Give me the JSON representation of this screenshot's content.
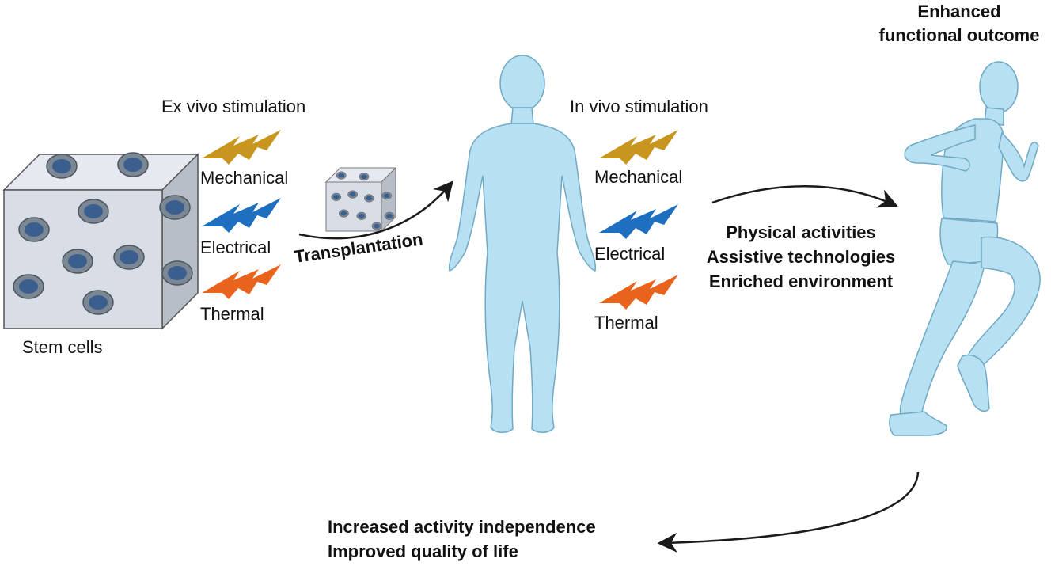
{
  "stem_cells": {
    "caption": "Stem cells"
  },
  "ex_vivo": {
    "heading": "Ex vivo stimulation",
    "items": [
      {
        "label": "Mechanical",
        "color": "#C8961E"
      },
      {
        "label": "Electrical",
        "color": "#1E6FC0"
      },
      {
        "label": "Thermal",
        "color": "#E8641C"
      }
    ]
  },
  "transplantation": {
    "label": "Transplantation"
  },
  "in_vivo": {
    "heading": "In vivo stimulation",
    "items": [
      {
        "label": "Mechanical",
        "color": "#C8961E"
      },
      {
        "label": "Electrical",
        "color": "#1E6FC0"
      },
      {
        "label": "Thermal",
        "color": "#E8641C"
      }
    ]
  },
  "interventions": {
    "lines": [
      "Physical activities",
      "Assistive technologies",
      "Enriched environment"
    ]
  },
  "outcome": {
    "lines": [
      "Enhanced",
      "functional outcome"
    ]
  },
  "benefits": {
    "lines": [
      "Increased activity independence",
      "Improved quality of life"
    ]
  },
  "colors": {
    "body": "#B7E1F2",
    "body_stroke": "#6FA9C4",
    "cube_front": "#D9DEE6",
    "cube_top": "#E6EAF0",
    "cube_side": "#B8BEC8",
    "cell_outer": "#7C8794",
    "cell_inner": "#3A5F8F",
    "arrow": "#1a1a1a"
  }
}
